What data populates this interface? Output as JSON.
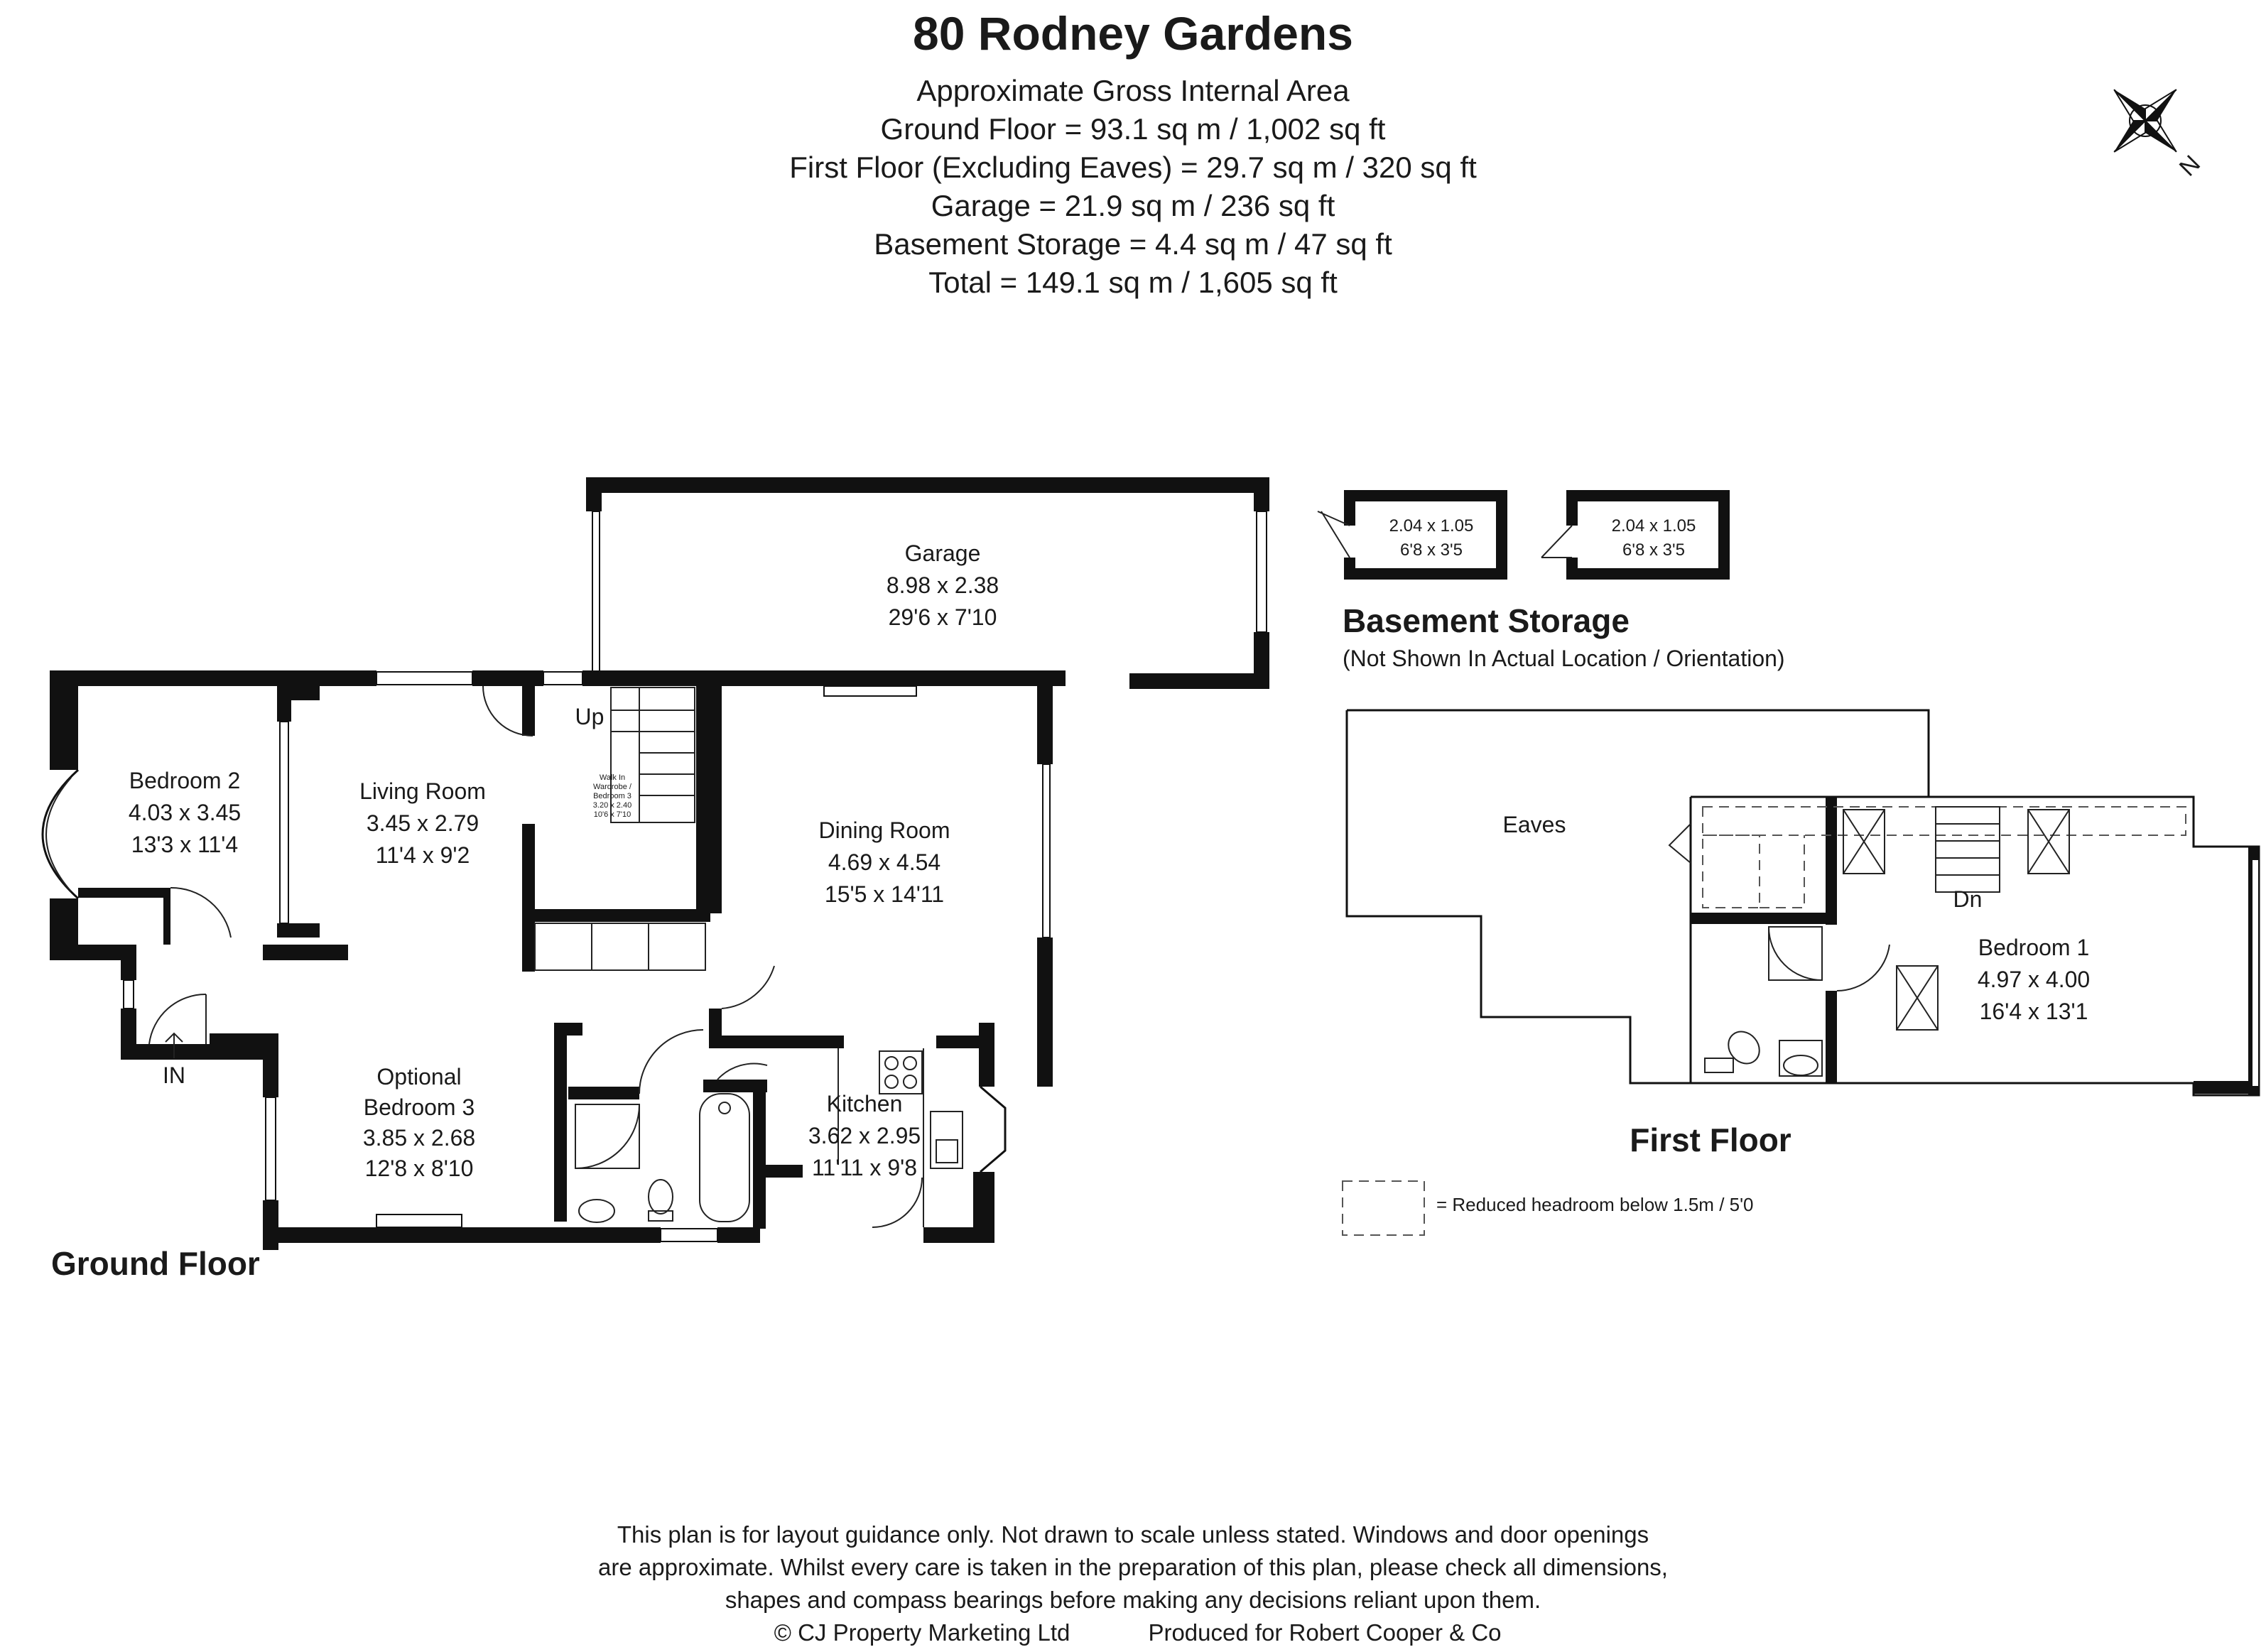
{
  "header": {
    "title": "80 Rodney Gardens",
    "areas": [
      "Approximate Gross Internal Area",
      "Ground Floor = 93.1 sq m / 1,002 sq ft",
      "First Floor (Excluding Eaves) = 29.7 sq m / 320 sq ft",
      "Garage = 21.9 sq m / 236 sq ft",
      "Basement Storage = 4.4 sq m / 47 sq ft",
      "Total = 149.1 sq m / 1,605 sq ft"
    ]
  },
  "compass": {
    "label": "N",
    "icon": "compass-rose-icon"
  },
  "ground_floor": {
    "label": "Ground Floor",
    "entrance": "IN",
    "stairs": "Up",
    "rooms": [
      {
        "id": "garage",
        "name": "Garage",
        "metric": "8.98 x 2.38",
        "imperial": "29'6 x 7'10"
      },
      {
        "id": "bedroom-2",
        "name": "Bedroom 2",
        "metric": "4.03 x 3.45",
        "imperial": "13'3 x 11'4"
      },
      {
        "id": "living-room",
        "name": "Living Room",
        "metric": "3.45 x 2.79",
        "imperial": "11'4 x 9'2"
      },
      {
        "id": "dining-room",
        "name": "Dining Room",
        "metric": "4.69 x 4.54",
        "imperial": "15'5 x 14'11"
      },
      {
        "id": "optional-bedroom-3",
        "name_lines": [
          "Optional",
          "Bedroom 3"
        ],
        "metric": "3.85 x 2.68",
        "imperial": "12'8 x 8'10"
      },
      {
        "id": "kitchen",
        "name": "Kitchen",
        "metric": "3.62 x 2.95",
        "imperial": "11'11 x 9'8"
      }
    ],
    "wardrobe_lines": [
      "Walk In",
      "Wardrobe /",
      "Bedroom 3",
      "3.20 x 2.40",
      "10'6 x 7'10"
    ]
  },
  "basement": {
    "label": "Basement Storage",
    "sublabel": "(Not Shown In Actual Location / Orientation)",
    "stores": [
      {
        "metric": "2.04 x 1.05",
        "imperial": "6'8 x 3'5"
      },
      {
        "metric": "2.04 x 1.05",
        "imperial": "6'8 x 3'5"
      }
    ]
  },
  "first_floor": {
    "label": "First Floor",
    "eaves": "Eaves",
    "stairs": "Dn",
    "bedroom_1": {
      "name": "Bedroom 1",
      "metric": "4.97 x 4.00",
      "imperial": "16'4 x 13'1"
    }
  },
  "legend": {
    "text": "= Reduced headroom below 1.5m / 5'0"
  },
  "footer": {
    "lines": [
      "This plan is for layout guidance only. Not drawn to scale unless stated. Windows and door openings",
      "are approximate. Whilst every care is taken in the preparation of this plan, please check all dimensions,",
      "shapes and compass bearings before making any decisions reliant upon them."
    ],
    "copyright": "© CJ Property Marketing Ltd",
    "produced_for": "Produced for Robert Cooper & Co"
  }
}
